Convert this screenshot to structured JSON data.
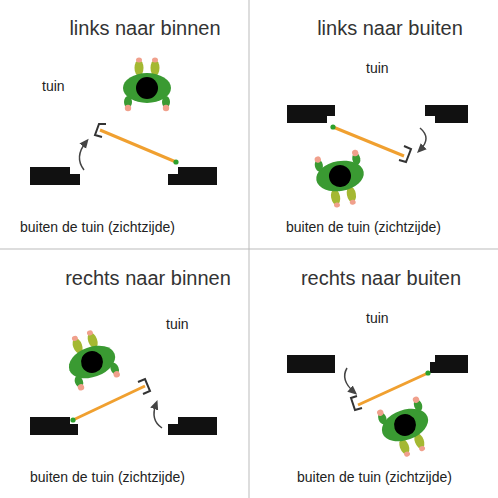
{
  "diagram": {
    "labels": [
      "links naar binnen",
      "tuin",
      "buiten de tuin (zichtzijde)",
      "links naar buiten",
      "tuin",
      "buiten de tuin (zichtzijde)",
      "rechts naar binnen",
      "tuin",
      "buiten de tuin (zichtzijde)",
      "rechts naar buiten",
      "tuin",
      "buiten de tuin (zichtzijde)"
    ]
  }
}
